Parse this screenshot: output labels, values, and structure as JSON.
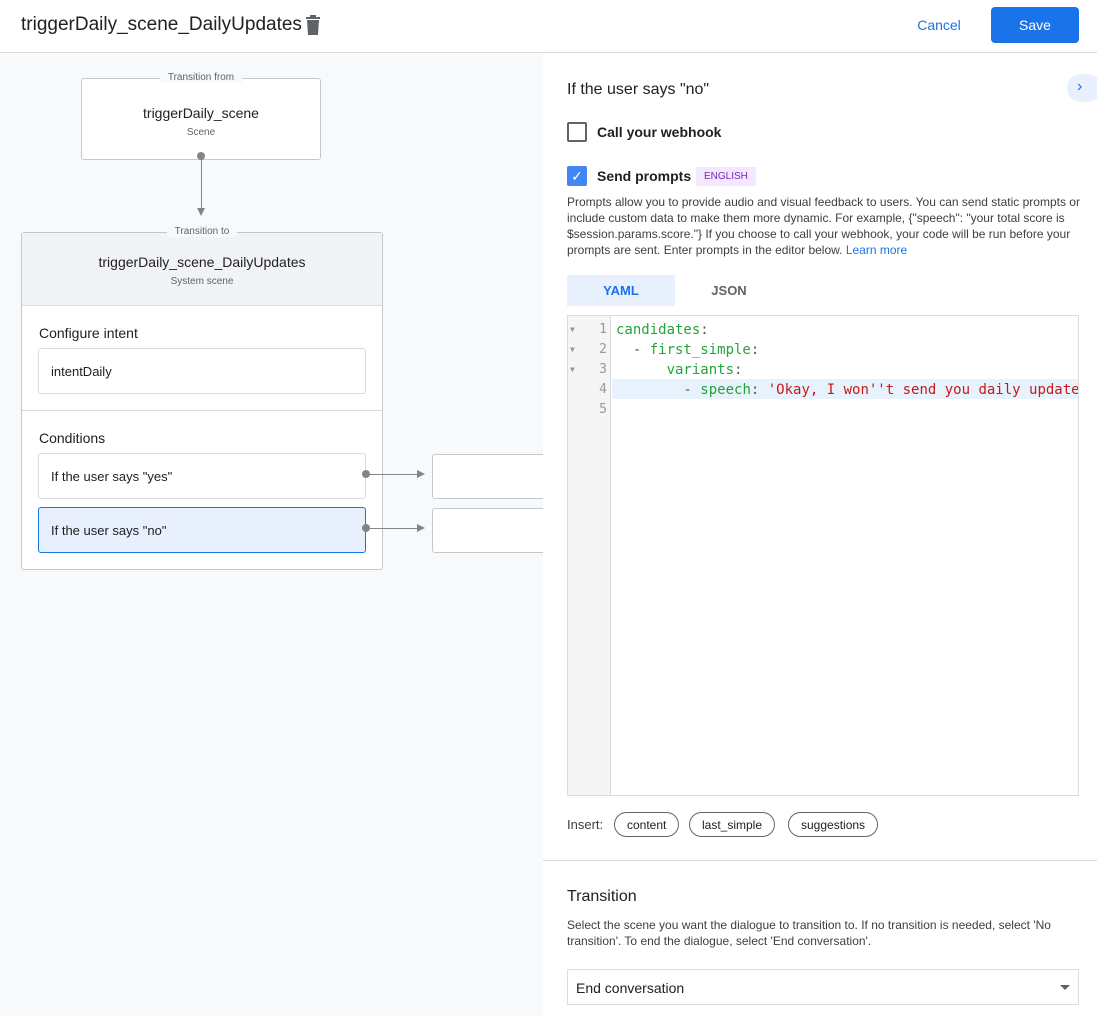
{
  "header": {
    "title": "triggerDaily_scene_DailyUpdates",
    "cancel_label": "Cancel",
    "save_label": "Save"
  },
  "canvas": {
    "from": {
      "legend": "Transition from",
      "name": "triggerDaily_scene",
      "type": "Scene"
    },
    "to": {
      "legend": "Transition to",
      "name": "triggerDaily_scene_DailyUpdates",
      "type": "System scene",
      "intent_label": "Configure intent",
      "intent": "intentDaily",
      "conditions_label": "Conditions",
      "conditions": [
        "If the user says \"yes\"",
        "If the user says \"no\""
      ]
    }
  },
  "panel": {
    "heading": "If the user says \"no\"",
    "webhook_label": "Call your webhook",
    "webhook_checked": false,
    "prompts_label": "Send prompts",
    "prompts_checked": true,
    "language_badge": "ENGLISH",
    "description": "Prompts allow you to provide audio and visual feedback to users. You can send static prompts or include custom data to make them more dynamic. For example, {\"speech\": \"your total score is $session.params.score.\"} If you choose to call your webhook, your code will be run before your prompts are sent. Enter prompts in the editor below.",
    "learn_more": "Learn more",
    "tabs": [
      "YAML",
      "JSON"
    ],
    "active_tab": "YAML",
    "code": {
      "line1_key": "candidates",
      "line2_key": "first_simple",
      "line3_key": "variants",
      "line4_key": "speech",
      "line4_value": "'Okay, I won''t send you daily update",
      "line_numbers": [
        "1",
        "2",
        "3",
        "4",
        "5"
      ]
    },
    "insert_label": "Insert:",
    "insert_chips": [
      "content",
      "last_simple",
      "suggestions"
    ],
    "transition_heading": "Transition",
    "transition_desc": "Select the scene you want the dialogue to transition to. If no transition is needed, select 'No transition'. To end the dialogue, select 'End conversation'.",
    "transition_value": "End conversation"
  },
  "colors": {
    "accent": "#1a73e8",
    "selected_condition": "#e8f0fe"
  }
}
